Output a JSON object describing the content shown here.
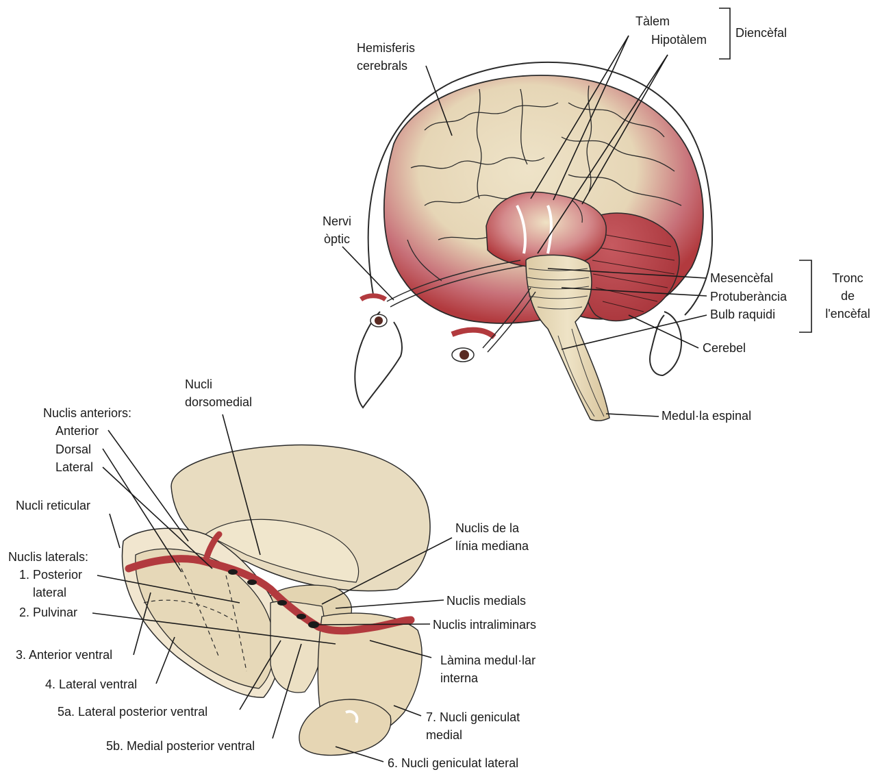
{
  "brain": {
    "talem": "Tàlem",
    "hipotalem": "Hipotàlem",
    "diencefal": "Diencèfal",
    "hemisferis": "Hemisferis\ncerebrals",
    "nervi_optic": "Nervi\nòptic",
    "mesencefal": "Mesencèfal",
    "protuberancia": "Protuberància",
    "bulb": "Bulb raquidi",
    "tronc": "Tronc\nde\nl'encèfal",
    "cerebel": "Cerebel",
    "medulla": "Medul·la espinal"
  },
  "thalamus": {
    "nucli_dorsomedial": "Nucli\ndorsomedial",
    "nuclis_anteriors": "Nuclis anteriors:",
    "anterior": "Anterior",
    "dorsal": "Dorsal",
    "lateral": "Lateral",
    "nucli_reticular": "Nucli reticular",
    "nuclis_laterals": "Nuclis laterals:",
    "posterior_lateral": "1. Posterior\n    lateral",
    "pulvinar": "2. Pulvinar",
    "anterior_ventral": "3. Anterior ventral",
    "lateral_ventral": "4. Lateral ventral",
    "lateral_posterior_ventral": "5a. Lateral posterior ventral",
    "medial_posterior_ventral": "5b. Medial posterior ventral",
    "geniculat_lateral": "6. Nucli geniculat lateral",
    "geniculat_medial": "7. Nucli geniculat\nmedial",
    "linia_mediana": "Nuclis de la\nlínia mediana",
    "nuclis_medials": "Nuclis medials",
    "intraliminars": "Nuclis intraliminars",
    "lamina": "Làmina medul·lar\ninterna"
  },
  "colors": {
    "tissue": "#e8dcc0",
    "red": "#b23a3e",
    "outline": "#2a2a2a"
  }
}
